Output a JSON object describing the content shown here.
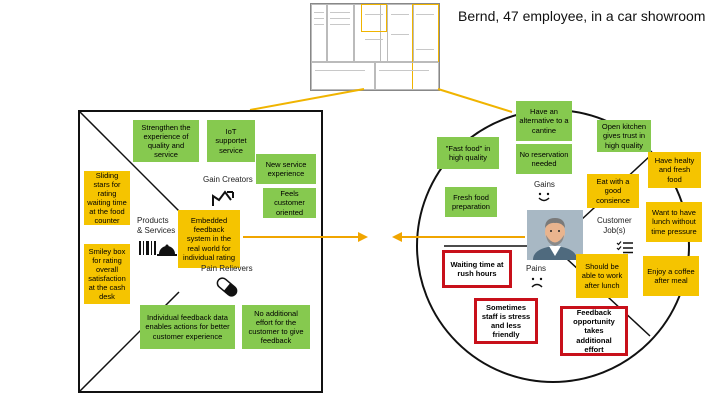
{
  "persona": {
    "title": "Bernd, 47 employee, in a car showroom"
  },
  "value_map": {
    "gain_creators_label": "Gain Creators",
    "products_label": "Products\n& Services",
    "pain_relievers_label": "Pain Relievers",
    "notes": {
      "strengthen": "Strengthen the experience of quality and service",
      "iot": "IoT supportet service",
      "new_service": "New service experience",
      "customer_oriented": "Feels customer oriented",
      "sliding_stars": "Sliding stars for rating waiting time at the food counter",
      "smiley_box": "Smiley box for rating overall satisfaction at the cash desk",
      "embedded": "Embedded feedback system in the real world for individual rating",
      "individual_feedback": "Individual feedback data enables actions for better customer experience",
      "no_additional": "No additional effort for the customer to give feedback"
    }
  },
  "customer_profile": {
    "gains_label": "Gains",
    "pains_label": "Pains",
    "jobs_label": "Customer\nJob(s)",
    "notes": {
      "fast_food": "\"Fast food\" in high quality",
      "alternative": "Have an alternative to a cantine",
      "no_reservation": "No reservation needed",
      "open_kitchen": "Open kitchen gives trust in high quality",
      "healthy": "Have healty and fresh food",
      "fresh_prep": "Fresh food preparation",
      "eat_good": "Eat with a good consience",
      "lunch_no_pressure": "Want to have lunch without time pressure",
      "work_after": "Should be able to work after lunch",
      "coffee": "Enjoy a coffee after meal",
      "waiting": "Waiting time at rush hours",
      "staff": "Sometimes staff is stress and less friendly",
      "feedback_opp": "Feedback opportunity takes additional effort"
    }
  },
  "colors": {
    "green": "#86c94f",
    "yellow": "#f5c400",
    "red": "#c8101a",
    "connector": "#f0a500"
  },
  "icons": [
    "gift-icon",
    "barcode-icon",
    "cloche-icon",
    "pill-icon",
    "smile-icon",
    "frown-icon",
    "checklist-icon",
    "avatar-icon"
  ]
}
